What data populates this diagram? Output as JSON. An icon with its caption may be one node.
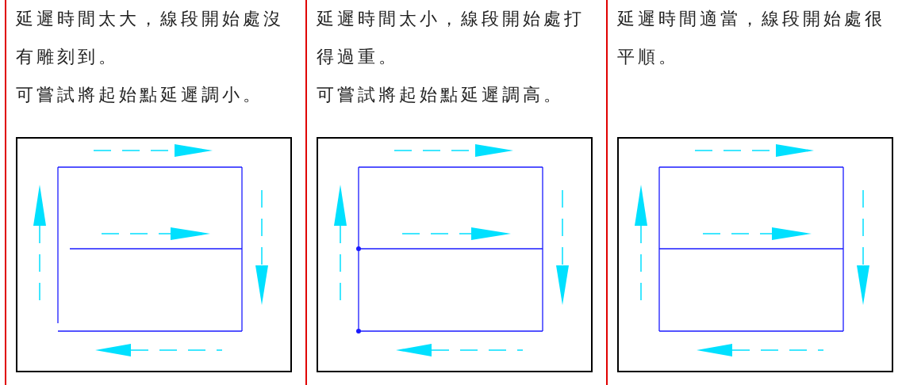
{
  "diagram": {
    "labels": [
      "延遲時間太大，線段開始處沒有雕刻到。",
      "可嘗試將起始點延遲調小。",
      "延遲時間太小，線段開始處打得過重。",
      "可嘗試將起始點延遲調高。",
      "延遲時間適當，線段開始處很平順。"
    ]
  }
}
